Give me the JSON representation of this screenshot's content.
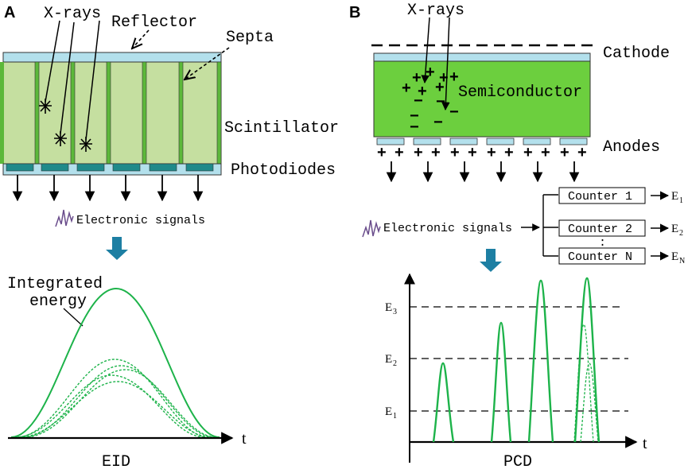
{
  "panel_a": {
    "letter": "A",
    "xrays_label": "X-rays",
    "reflector_label": "Reflector",
    "septa_label": "Septa",
    "scintillator_label": "Scintillator",
    "photodiodes_label": "Photodiodes",
    "signals_label": "Electronic signals",
    "integrated_label_line1": "Integrated",
    "integrated_label_line2": "energy",
    "axis_label": "t",
    "caption": "EID"
  },
  "panel_b": {
    "letter": "B",
    "xrays_label": "X-rays",
    "cathode_label": "Cathode",
    "semiconductor_label": "Semiconductor",
    "anodes_label": "Anodes",
    "signals_label": "Electronic signals",
    "counters": [
      {
        "label": "Counter 1",
        "energy": "E",
        "sub": "1"
      },
      {
        "label": "Counter 2",
        "energy": "E",
        "sub": "2"
      },
      {
        "label": "Counter N",
        "energy": "E",
        "sub": "N"
      }
    ],
    "dots": ":",
    "thresholds": [
      {
        "name": "E",
        "sub": "3"
      },
      {
        "name": "E",
        "sub": "2"
      },
      {
        "name": "E",
        "sub": "1"
      }
    ],
    "axis_label": "t",
    "caption": "PCD"
  },
  "colors": {
    "scintillator_fill": "#c5dfa0",
    "septa_fill": "#5cb83a",
    "reflector_fill": "#b3e0ec",
    "photodiode_fill": "#1f8a8a",
    "semiconductor_fill": "#6ccf3e",
    "curve_green": "#1db34a",
    "down_arrow": "#1d7fa3",
    "signal_purple": "#6a4d8c"
  }
}
